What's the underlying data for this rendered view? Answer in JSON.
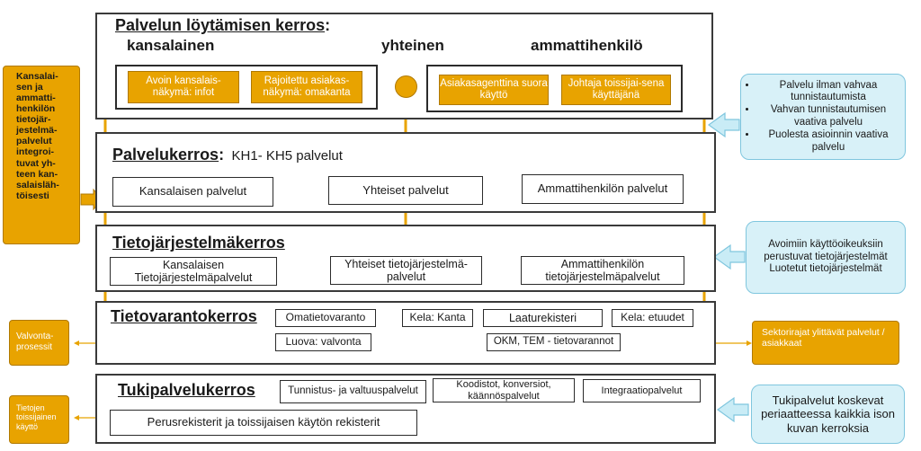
{
  "layers": {
    "discovery": {
      "title": "Palvelun löytämisen kerros",
      "colon": ":",
      "col_citizen": "kansalainen",
      "col_shared": "yhteinen",
      "col_pro": "ammattihenkilö",
      "box1": "Avoin kansalais-näkymä: infot",
      "box2": "Rajoitettu asiakas-näkymä: omakanta",
      "box3": "Asiakasagenttina suora käyttö",
      "box4": "Johtaja toissijai-sena käyttäjänä"
    },
    "service": {
      "title": "Palvelukerros",
      "colon": ":",
      "subtitle": "KH1- KH5 palvelut",
      "box1": "Kansalaisen palvelut",
      "box2": "Yhteiset palvelut",
      "box3": "Ammattihenkilön palvelut"
    },
    "system": {
      "title": "Tietojärjestelmäkerros",
      "box1": "Kansalaisen Tietojärjestelmäpalvelut",
      "box2": "Yhteiset tietojärjestelmä-palvelut",
      "box3": "Ammattihenkilön tietojärjestelmäpalvelut"
    },
    "data": {
      "title": "Tietovarantokerros",
      "box1": "Omatietovaranto",
      "box2": "Kela: Kanta",
      "box3": "Laaturekisteri",
      "box4": "Kela: etuudet",
      "box5": "Luova: valvonta",
      "box6": "OKM, TEM - tietovarannot"
    },
    "support": {
      "title": "Tukipalvelukerros",
      "box1": "Tunnistus- ja valtuuspalvelut",
      "box2": "Koodistot, konversiot, käännöspalvelut",
      "box3": "Integraatiopalvelut",
      "box4": "Perusrekisterit ja toissijaisen käytön rekisterit"
    }
  },
  "left_notes": {
    "integration": "Kansalai-sen ja ammatti-henkilön tietojär-jestelmä-palvelut integroi-tuvat yh-teen kan-salaisläh-töisesti",
    "supervision": "Valvonta-prosessit",
    "secondary": "Tietojen toissijainen käyttö"
  },
  "right_notes": {
    "auth": [
      "Palvelu ilman vahvaa tunnistautumista",
      "Vahvan tunnistautumisen vaativa palvelu",
      "Puolesta asioinnin vaativa palvelu"
    ],
    "open_rights": "Avoimiin käyttöoikeuksiin perustuvat tietojärjestelmät Luotetut tietojärjestelmät",
    "sector": "Sektorirajat ylittävät palvelut / asiakkaat",
    "support": "Tukipalvelut koskevat periaatteessa kaikkia ison kuvan kerroksia"
  },
  "colors": {
    "orange": "#e8a300",
    "blue_box": "#d8f1f8",
    "blue_arrow": "#c9ecf6",
    "layer_border": "#3a3a3a"
  }
}
